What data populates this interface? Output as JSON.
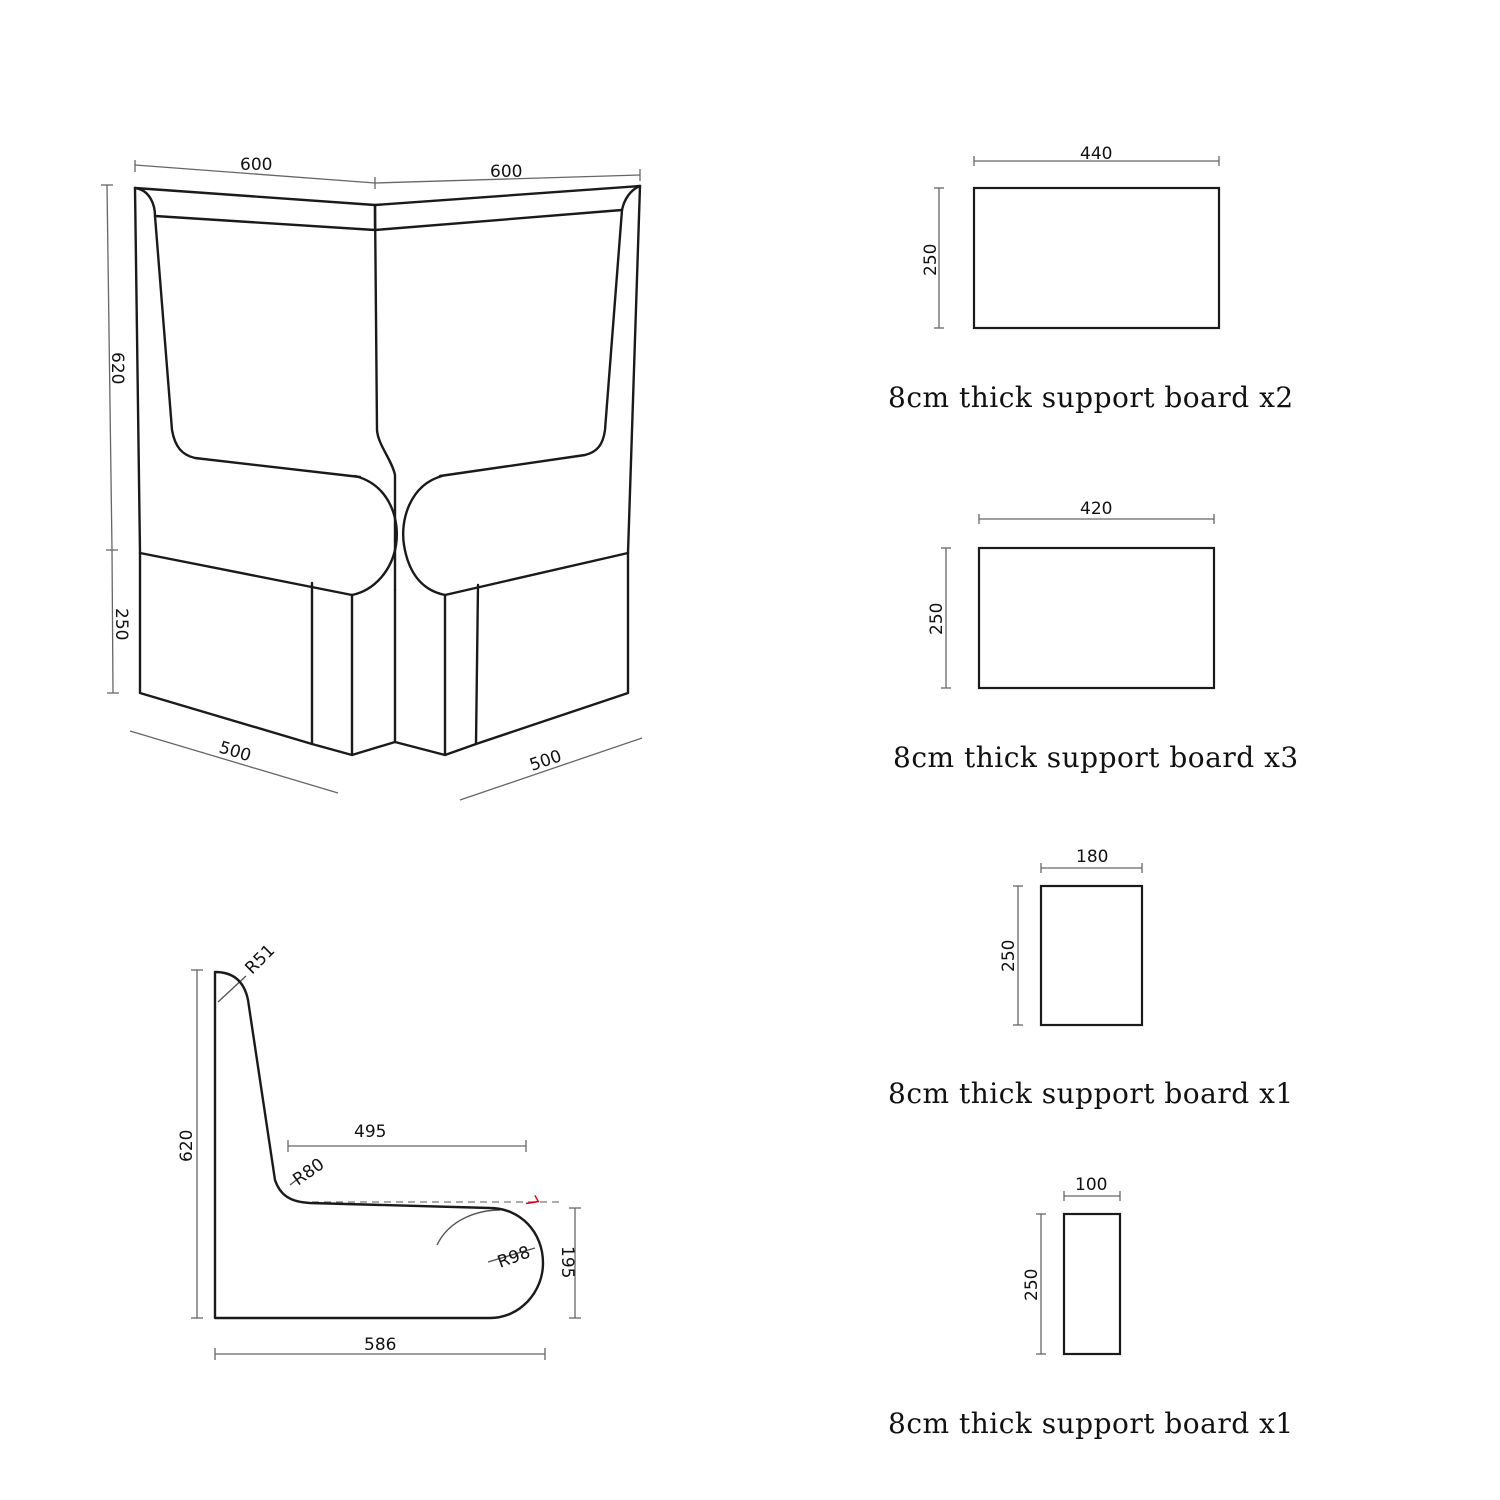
{
  "corner_view": {
    "dims": {
      "top_left_width": "600",
      "top_right_width": "600",
      "total_height": "620",
      "base_height": "250",
      "depth_left": "500",
      "depth_right": "500"
    }
  },
  "side_profile": {
    "dims": {
      "height": "620",
      "top_radius": "R51",
      "inner_radius": "R80",
      "seat_depth": "495",
      "slope": "7",
      "front_radius": "R98",
      "seat_height": "195",
      "total_depth": "586"
    }
  },
  "boards": [
    {
      "width": "440",
      "height": "250",
      "caption": "8cm thick support board x2"
    },
    {
      "width": "420",
      "height": "250",
      "caption": "8cm thick support board x3"
    },
    {
      "width": "180",
      "height": "250",
      "caption": "8cm thick support board x1"
    },
    {
      "width": "100",
      "height": "250",
      "caption": "8cm thick support board x1"
    }
  ],
  "colors": {
    "line": "#1a1a1a",
    "dimension": "#666666",
    "highlight": "#e0001a"
  }
}
